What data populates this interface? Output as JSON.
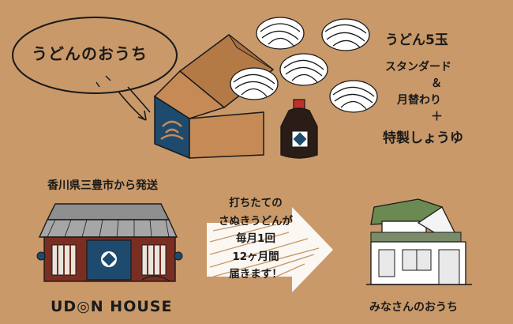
{
  "bubble": {
    "text": "うどんのおうち"
  },
  "contents": {
    "udon": "うどん5玉",
    "standard": "スタンダード",
    "amp": "＆",
    "monthly": "月替わり",
    "plus": "＋",
    "soy_sauce": "特製しょうゆ"
  },
  "origin": {
    "text": "香川県三豊市から発送"
  },
  "shop": {
    "name": "UD◎N HOUSE"
  },
  "message": {
    "lines": [
      "打ちたての",
      "さぬきうどんが",
      "毎月1回",
      "12ヶ月間",
      "届きます！"
    ]
  },
  "destination": {
    "label": "みなさんのおうち"
  },
  "colors": {
    "background": "#c9996a",
    "box": "#c68a56",
    "box_dark": "#a8703f",
    "navy": "#1e4a6e",
    "roof": "#6a8a52",
    "ink": "#1a1a1a",
    "brick": "#7a2e22"
  }
}
